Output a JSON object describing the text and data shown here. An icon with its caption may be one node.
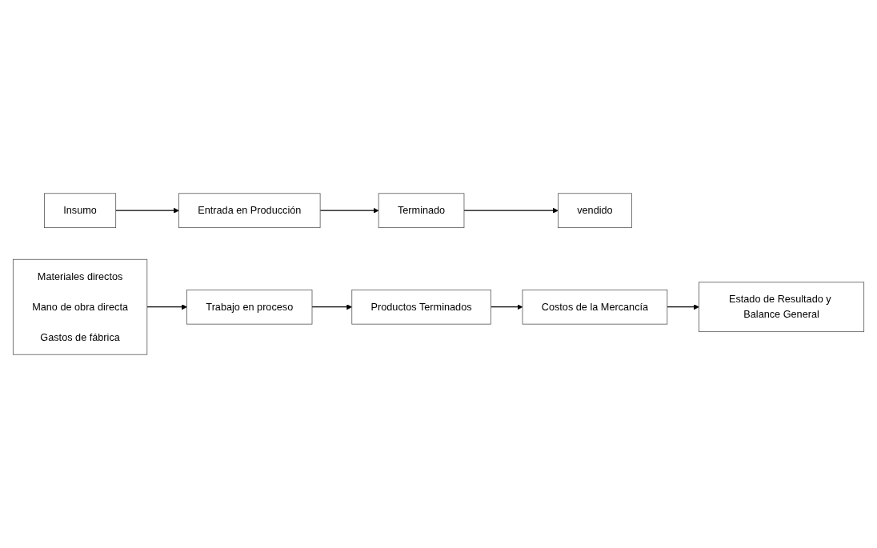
{
  "diagram": {
    "nodes": [
      {
        "text": [
          "Insumo"
        ]
      },
      {
        "text": [
          "Entrada en Producción"
        ]
      },
      {
        "text": [
          "Terminado"
        ]
      },
      {
        "text": [
          "vendido"
        ]
      },
      {
        "text": [
          "Materiales directos",
          "Mano de obra directa",
          "Gastos de fábrica"
        ]
      },
      {
        "text": [
          "Trabajo en proceso"
        ]
      },
      {
        "text": [
          "Productos Terminados"
        ]
      },
      {
        "text": [
          "Costos de la Mercancía"
        ]
      },
      {
        "text": [
          "Estado de Resultado y Balance General"
        ]
      }
    ],
    "edges": [
      {
        "from": 0,
        "to": 1,
        "arrow": "to"
      },
      {
        "from": 1,
        "to": 2,
        "arrow": "to"
      },
      {
        "from": 2,
        "to": 3,
        "arrow": "to"
      },
      {
        "from": 4,
        "to": 5,
        "arrow": "to"
      },
      {
        "from": 5,
        "to": 6,
        "arrow": "to"
      },
      {
        "from": 6,
        "to": 7,
        "arrow": "to"
      },
      {
        "from": 7,
        "to": 8,
        "arrow": "to"
      }
    ]
  }
}
